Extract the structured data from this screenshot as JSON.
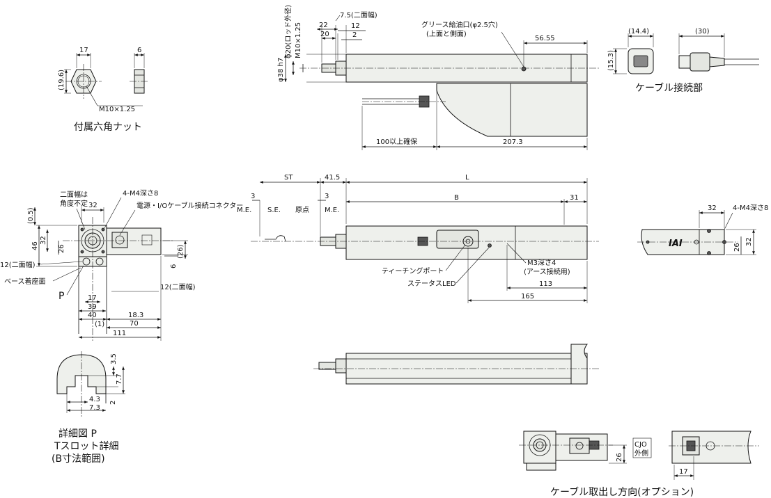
{
  "views": {
    "hex_nut": {
      "caption": "付属六角ナット",
      "dims": {
        "width": "17",
        "thickness": "6",
        "height": "(19.6)",
        "thread": "M10×1.25"
      }
    },
    "top_view": {
      "dims": {
        "rod_dia": "φ20(ロッド外径)",
        "thread": "M10×1.25",
        "body_dia": "φ38 h7",
        "d22": "22",
        "d20": "20",
        "flats": "7.5(二面幅)",
        "d12": "12",
        "d2": "2",
        "grease": "グリース給油口(φ2.5穴)",
        "grease_sub": "(上面と側面)",
        "d5655": "56.55",
        "clearance": "100以上確保",
        "d2073": "207.3"
      }
    },
    "cable_connection": {
      "caption": "ケーブル接続部",
      "dims": {
        "w": "(14.4)",
        "h": "(15.3)",
        "len": "(30)"
      }
    },
    "front_view": {
      "labels": {
        "flats_angle_1": "二面幅は",
        "flats_angle_2": "角度不定",
        "tapped": "4-M4深さ8",
        "connector": "電源・I/Oケーブル接続コネクター",
        "flats12a": "12(二面幅)",
        "base_face": "ベース着座面",
        "p": "P",
        "flats12b": "12(二面幅)"
      },
      "dims": {
        "d05": "(0.5)",
        "d32t": "32",
        "d46": "46",
        "d32l": "32",
        "d26l": "26",
        "d26r": "(26)",
        "d6": "6",
        "d17": "17",
        "d39": "39",
        "d40": "40",
        "d1": "(1)",
        "d183": "18.3",
        "d70": "70",
        "d111": "111"
      }
    },
    "side_view": {
      "labels": {
        "me1": "M.E.",
        "se": "S.E.",
        "origin": "原点",
        "me2": "M.E.",
        "teaching": "ティーチングポート",
        "status": "ステータスLED",
        "ground1": "M3深さ4",
        "ground2": "(アース接続用)"
      },
      "dims": {
        "st": "ST",
        "d415": "41.5",
        "l": "L",
        "d3a": "3",
        "d3b": "3",
        "b": "B",
        "d31": "31",
        "d113": "113",
        "d165": "165"
      }
    },
    "end_view": {
      "dims": {
        "d32": "32",
        "tapped": "4-M4深さ8",
        "d26": "26",
        "d32v": "32"
      },
      "logo": "IAI"
    },
    "tslot_detail": {
      "caption1": "詳細図 P",
      "caption2": "Tスロット詳細",
      "caption3": "(B寸法範囲)",
      "dims": {
        "d35": "3.5",
        "d77": "7.7",
        "d2": "2",
        "d43": "4.3",
        "d73": "7.3"
      }
    },
    "cable_option": {
      "caption": "ケーブル取出し方向(オプション)",
      "tag1": "CJO",
      "tag2": "外側",
      "dims": {
        "d26": "26",
        "d17": "17"
      }
    }
  }
}
